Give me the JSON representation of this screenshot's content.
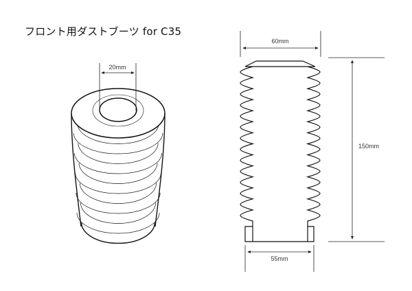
{
  "title": "フロント用ダストブーツ for C35",
  "dimensions": {
    "inner_diameter": "20mm",
    "top_width": "60mm",
    "bottom_width": "55mm",
    "length": "150mm"
  }
}
